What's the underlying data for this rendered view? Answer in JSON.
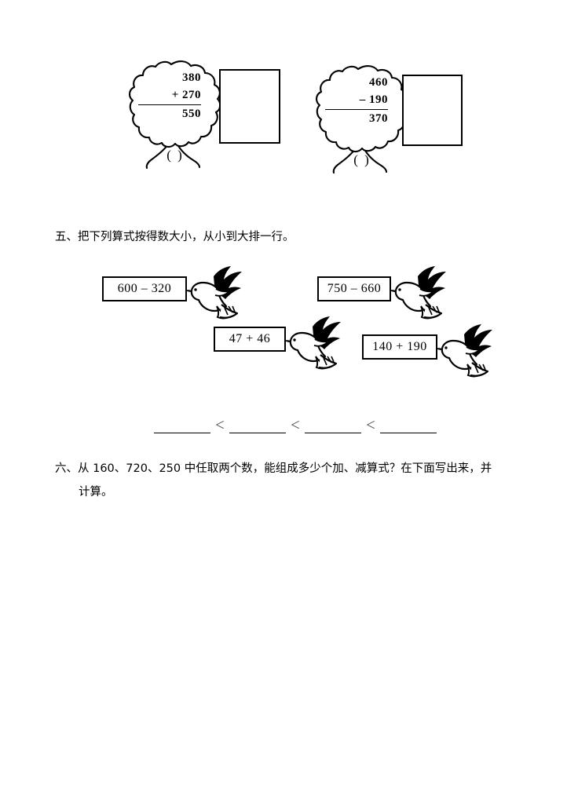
{
  "tree_exercise": {
    "trees": [
      {
        "name": "addition",
        "top_number": "380",
        "operation_row": "+ 270",
        "result": "550",
        "label": "(        )"
      },
      {
        "name": "subtraction",
        "top_number": "460",
        "operation_row": "– 190",
        "result": "370",
        "label": "(        )"
      }
    ],
    "answer_boxes": [
      "",
      ""
    ]
  },
  "question_five": {
    "heading": "五、把下列算式按得数大小，从小到大排一行。",
    "doves": [
      {
        "expression": "600 – 320"
      },
      {
        "expression": "750 – 660"
      },
      {
        "expression": "47 + 46"
      },
      {
        "expression": "140 + 190"
      }
    ],
    "answer_row": {
      "blanks": [
        "",
        "",
        "",
        ""
      ],
      "comparators": [
        "＜",
        "＜",
        "＜"
      ]
    }
  },
  "question_six": {
    "heading": "六、从 160、720、250 中任取两个数，能组成多少个加、减算式？在下面写出来，并",
    "continuation": "计算。"
  }
}
